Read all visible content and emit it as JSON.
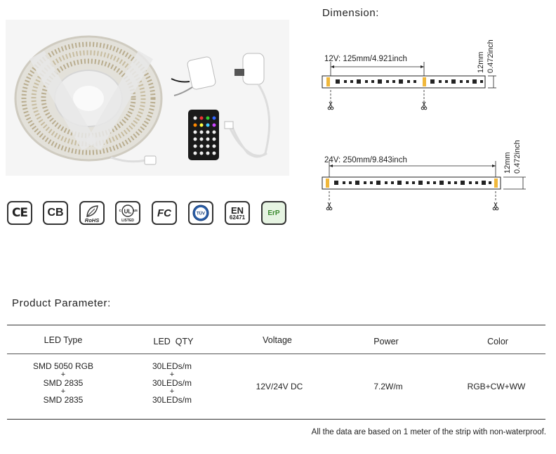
{
  "certifications": [
    {
      "name": "ce-mark",
      "label": "CE"
    },
    {
      "name": "cb-mark",
      "label": "CB"
    },
    {
      "name": "rohs-mark",
      "label": "RoHS"
    },
    {
      "name": "ul-mark",
      "label": "LISTED"
    },
    {
      "name": "fcc-mark",
      "label": "FC"
    },
    {
      "name": "tuv-mark",
      "label": "TÜV"
    },
    {
      "name": "en-mark",
      "label": "EN",
      "sub": "62471"
    },
    {
      "name": "erp-mark",
      "label": "ErP"
    }
  ],
  "dimension": {
    "heading": "Dimension:",
    "strip_12v": {
      "length_label": "12V: 125mm/4.921inch",
      "width_mm": "12mm",
      "width_inch": "0.472inch"
    },
    "strip_24v": {
      "length_label": "24V: 250mm/9.843inch",
      "width_mm": "12mm",
      "width_inch": "0.472inch"
    }
  },
  "parameters": {
    "heading": "Product Parameter:",
    "headers": [
      "LED Type",
      "LED  QTY",
      "Voltage",
      "Power",
      "Color"
    ],
    "led_type": [
      "SMD 5050 RGB",
      "+",
      "SMD 2835",
      "+",
      "SMD 2835"
    ],
    "led_qty": [
      "30LEDs/m",
      "+",
      "30LEDs/m",
      "+",
      "30LEDs/m"
    ],
    "voltage": "12V/24V DC",
    "power": "7.2W/m",
    "color": "RGB+CW+WW",
    "footnote": "All the data are based on 1 meter of the strip with non-waterproof."
  }
}
